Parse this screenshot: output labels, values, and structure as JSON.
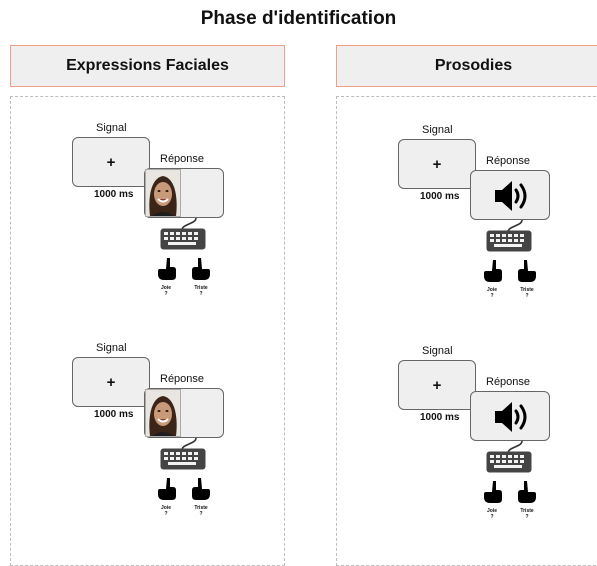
{
  "title": "Phase d'identification",
  "panels": [
    {
      "header": "Expressions Faciales",
      "trials": [
        {
          "signal_label": "Signal",
          "signal_symbol": "+",
          "duration": "1000 ms",
          "response_label": "Réponse",
          "stimulus": "face",
          "left_key": "Joie",
          "left_key_q": "?",
          "right_key": "Triste",
          "right_key_q": "?"
        },
        {
          "signal_label": "Signal",
          "signal_symbol": "+",
          "duration": "1000 ms",
          "response_label": "Réponse",
          "stimulus": "face",
          "left_key": "Joie",
          "left_key_q": "?",
          "right_key": "Triste",
          "right_key_q": "?"
        }
      ]
    },
    {
      "header": "Prosodies",
      "trials": [
        {
          "signal_label": "Signal",
          "signal_symbol": "+",
          "duration": "1000 ms",
          "response_label": "Réponse",
          "stimulus": "speaker-icon",
          "left_key": "Joie",
          "left_key_q": "?",
          "right_key": "Triste",
          "right_key_q": "?"
        },
        {
          "signal_label": "Signal",
          "signal_symbol": "+",
          "duration": "1000 ms",
          "response_label": "Réponse",
          "stimulus": "speaker-icon",
          "left_key": "Joie",
          "left_key_q": "?",
          "right_key": "Triste",
          "right_key_q": "?"
        }
      ]
    }
  ]
}
